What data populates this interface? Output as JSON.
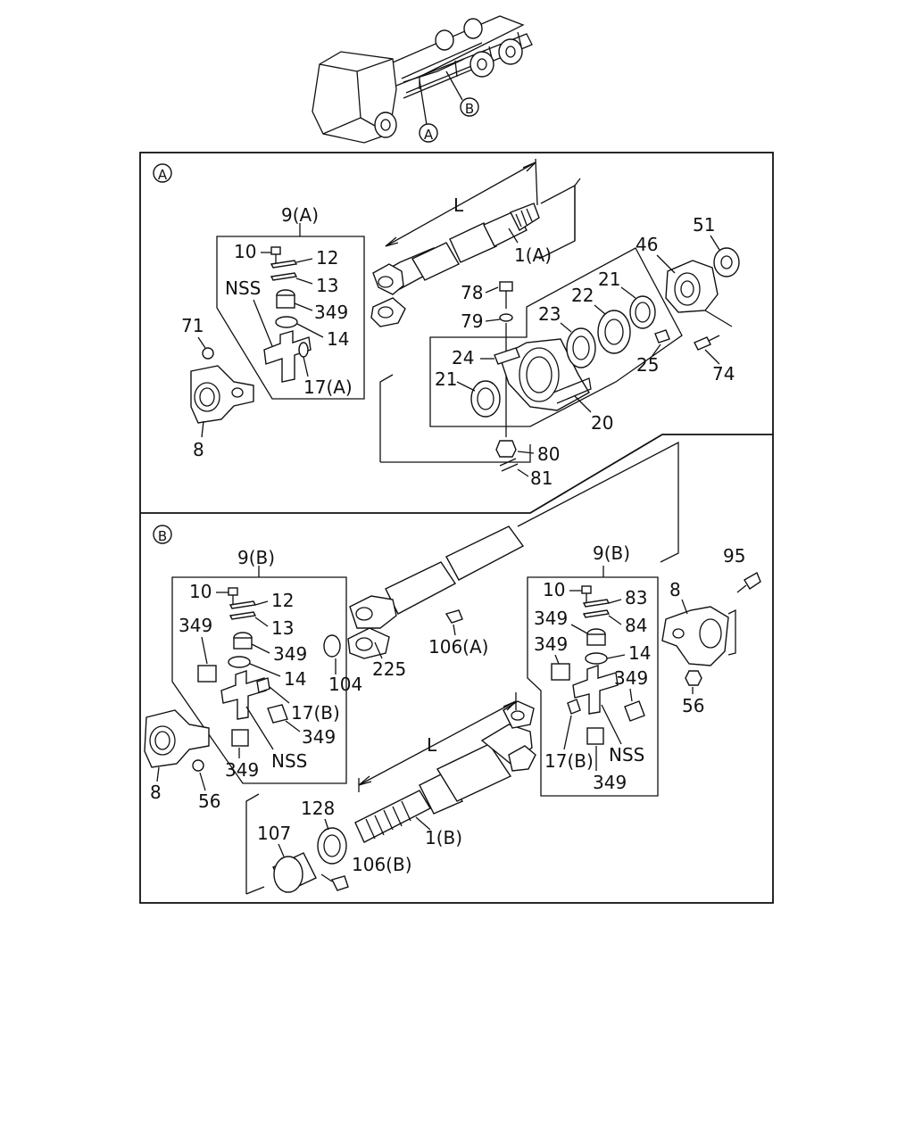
{
  "section_markers": {
    "a": "A",
    "b": "B"
  },
  "dimension_label": "L",
  "section_a": {
    "box_label": "9(A)",
    "labels": {
      "p10": "10",
      "p12": "12",
      "p13": "13",
      "nss": "NSS",
      "p349": "349",
      "p14": "14",
      "p17a": "17(A)",
      "p71": "71",
      "p8": "8",
      "p1a": "1(A)",
      "p78": "78",
      "p79": "79",
      "p46": "46",
      "p51": "51",
      "p21a": "21",
      "p22": "22",
      "p23": "23",
      "p24": "24",
      "p25": "25",
      "p74": "74",
      "p21b": "21",
      "p20": "20",
      "p80": "80",
      "p81": "81"
    }
  },
  "section_b": {
    "box_left_label": "9(B)",
    "box_right_label": "9(B)",
    "labels": {
      "l10": "10",
      "l12": "12",
      "l13": "13",
      "l349a": "349",
      "l349b": "349",
      "l14": "14",
      "l17b": "17(B)",
      "l349c": "349",
      "nss_l": "NSS",
      "l349d": "349",
      "l8": "8",
      "l56": "56",
      "p104": "104",
      "p225": "225",
      "p106a": "106(A)",
      "p1b": "1(B)",
      "p128": "128",
      "p107": "107",
      "p106b": "106(B)",
      "r10": "10",
      "r83": "83",
      "r84": "84",
      "r349a": "349",
      "r349b": "349",
      "r14": "14",
      "r349c": "349",
      "r17b": "17(B)",
      "nss_r": "NSS",
      "r349d": "349",
      "r8": "8",
      "r95": "95",
      "r56": "56"
    }
  }
}
